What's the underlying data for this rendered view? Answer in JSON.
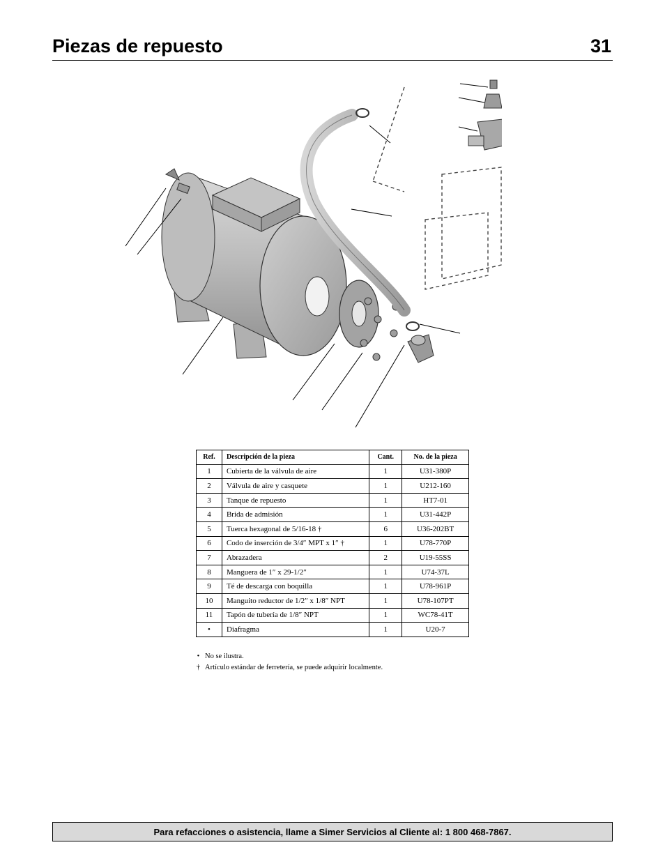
{
  "header": {
    "title": "Piezas de repuesto",
    "page_number": "31"
  },
  "table": {
    "columns": [
      "Ref.",
      "Descripción de la pieza",
      "Cant.",
      "No. de la pieza"
    ],
    "rows": [
      [
        "1",
        "Cubierta de la válvula de aire",
        "1",
        "U31-380P"
      ],
      [
        "2",
        "Válvula de aire y casquete",
        "1",
        "U212-160"
      ],
      [
        "3",
        "Tanque de repuesto",
        "1",
        "HT7-01"
      ],
      [
        "4",
        "Brida de admisión",
        "1",
        "U31-442P"
      ],
      [
        "5",
        "Tuerca hexagonal de 5/16-18 †",
        "6",
        "U36-202BT"
      ],
      [
        "6",
        "Codo de inserción de 3/4″ MPT x 1″ †",
        "1",
        "U78-770P"
      ],
      [
        "7",
        "Abrazadera",
        "2",
        "U19-55SS"
      ],
      [
        "8",
        "Manguera de 1″ x 29-1/2″",
        "1",
        "U74-37L"
      ],
      [
        "9",
        "Té de descarga con boquilla",
        "1",
        "U78-961P"
      ],
      [
        "10",
        "Manguito reductor de 1/2″ x 1/8″ NPT",
        "1",
        "U78-107PT"
      ],
      [
        "11",
        "Tapón de tubería de 1/8″ NPT",
        "1",
        "WC78-41T"
      ],
      [
        "•",
        "Diafragma",
        "1",
        "U20-7"
      ]
    ]
  },
  "notes": [
    {
      "symbol": "•",
      "text": "No se ilustra."
    },
    {
      "symbol": "†",
      "text": "Artículo estándar de ferretería, se puede adquirir localmente."
    }
  ],
  "footer": {
    "text": "Para refacciones o asistencia, llame a Simer Servicios al Cliente al: 1 800 468-7867."
  }
}
